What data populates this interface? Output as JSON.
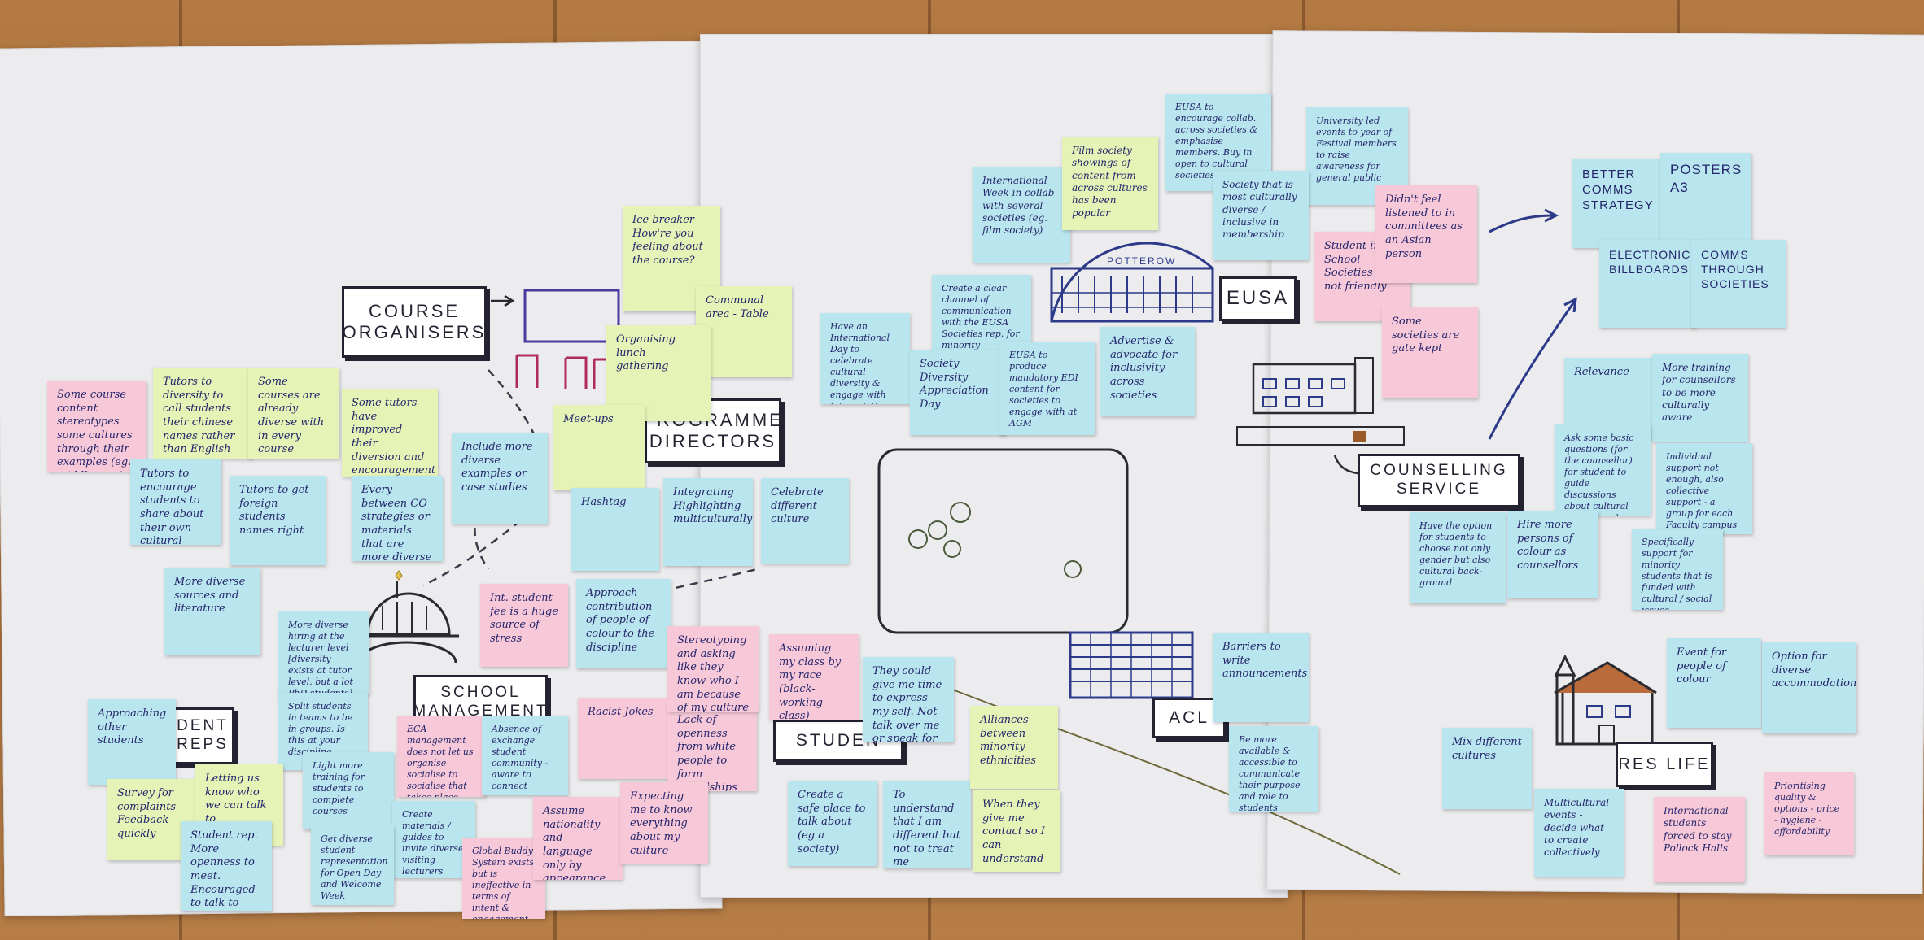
{
  "labels": {
    "course_organisers": "COURSE ORGANISERS",
    "programme_directors": "PROGRAMME DIRECTORS",
    "school_management": "SCHOOL MANAGEMENT",
    "student_reps": "DENT REPS",
    "students": "STUDEN",
    "eusa": "EUSA",
    "counselling_service": "COUNSELLING SERVICE",
    "acl": "ACL",
    "res_life": "RES LIFE",
    "pollock_tower": "POTTEROW"
  },
  "notes": {
    "course_content_stereotypes": "Some course content stereotypes some cultures through their examples (eg. middle east)",
    "tutors_diversity_names": "Tutors to diversity to call students their chinese names rather than English name",
    "courses_diverse": "Some courses are already diverse with in every course",
    "tutors_diverse_content": "Some tutors have improved their diversion and encouragement for more diverse content",
    "tutors_encourage": "Tutors to encourage students to share about their own cultural more",
    "tutors_names": "Tutors to get foreign students names right",
    "every_between": "Every between CO strategies or materials that are more diverse",
    "include_examples": "Include more diverse examples or case studies",
    "more_diverse_sources": "More diverse sources and literature",
    "ice_breaker": "Ice breaker — How're you feeling about the course?",
    "communal_table": "Communal area - Table",
    "organising_lunch": "Organising lunch gathering",
    "meet_ups": "Meet-ups",
    "hashtag": "Hashtag",
    "integrating": "Integrating Highlighting multiculturally",
    "celebrate": "Celebrate different culture",
    "approach_people_colour": "Approach contribution of people of colour to the discipline",
    "more_diverse_hiring": "More diverse hiring at the lecturer level [diversity exists at tutor level. but a lot PhD students]",
    "student_fee": "Int. student fee is a huge source of stress",
    "approaching_students": "Approaching other students",
    "survey_complaints": "Survey for complaints - Feedback quickly",
    "letting_us_know": "Letting us know who we can talk to",
    "student_rep_open": "Student rep. More openness to meet. Encouraged to talk to them",
    "split_student_teams": "Split students in teams to be in groups. Is this at your discipline",
    "eca_management": "ECA management does not let us organise socialise to socialise that takes place",
    "absence_exchange": "Absence of exchange student community - aware to connect",
    "light_training": "Light more training for students to complete courses",
    "create_materials": "Create materials / guides to invite diverse visiting lecturers",
    "get_diverse_staff": "Get diverse student representation for Open Day and Welcome Week",
    "global_buddy": "Global Buddy System exists but is ineffective in terms of intent & engagement",
    "assume_nationality": "Assume nationality and language only by appearance",
    "racist_jokes": "Racist Jokes",
    "lack_openness": "Lack of openness from white people to form friendships",
    "expecting_know": "Expecting me to know everything about my culture",
    "stereotyping": "Stereotyping and asking like they know who I am because of my culture",
    "assuming_class": "Assuming my class by my race (black-working class)",
    "give_time": "They could give me time to express my self. Not talk over me or speak for me",
    "create_safe": "Create a safe place to talk about (eg a society)",
    "understand_different": "To understand that I am different but not to treat me differently",
    "alliances": "Alliances between minority ethnicities",
    "give_contact": "When they give me contact so I can understand",
    "international_day": "Have an International Day to celebrate cultural diversity & engage with lat. societies beyond Welcome Week",
    "international_week": "International Week in collab with several societies (eg. film society)",
    "film_society": "Film society showings of content from across cultures has been popular",
    "eusa_encourage": "EUSA to encourage collab. across societies & emphasise members. Buy in open to cultural societies",
    "uni_led_events": "University led events to year of Festival members to raise awareness for general public",
    "society_diverse": "Society that is most culturally diverse / inclusive in membership",
    "clear_channel": "Create a clear channel of communication with the EUSA Societies rep. for minority societies",
    "society_appreciation": "Society Diversity Appreciation Day",
    "eusa_edi": "EUSA to produce mandatory EDI content for societies to engage with at AGM",
    "advertise_advocate": "Advertise & advocate for inclusivity across societies",
    "student_societies": "Student in my School Societies are not friendly",
    "not_listened": "Didn't feel listened to in committees as an Asian person",
    "gate_kept": "Some societies are gate kept",
    "better_comms": "BETTER COMMS STRATEGY",
    "posters": "POSTERS A3",
    "electronic_billboards": "ELECTRONIC BILLBOARDS",
    "comms_societies": "COMMS THROUGH SOCIETIES",
    "relevance": "Relevance",
    "more_training": "More training for counsellors to be more culturally aware",
    "ask_questions": "Ask some basic questions (for the counsellor) for student to guide discussions about cultural background",
    "individual_support": "Individual support not enough, also collective support - a group for each Faculty campus",
    "counsellor_options": "Have the option for students to choose not only gender but also cultural back-ground",
    "hire_counsellors": "Hire more persons of colour as counsellors",
    "specific_support": "Specifically support for minority students that is funded with cultural / social issues",
    "barriers": "Barriers to write announcements",
    "acl_available": "Be more available & accessible to communicate their purpose and role to students",
    "mix_cultures": "Mix different cultures",
    "events_colour": "Event for people of colour",
    "option_accommodation": "Option for diverse accommodation!",
    "multicultural_events": "Multicultural events - decide what to create collectively",
    "intl_students_forced": "International students forced to stay Pollock Halls",
    "prioritising_options": "Prioritising quality & options - price - hygiene - affordability"
  },
  "colors": {
    "wall": "#b47a43",
    "paper": "#ececee",
    "note_blue": "#b9e6ee",
    "note_green": "#e5f3b7",
    "note_pink": "#f7c8d8",
    "ink": "#24256b",
    "label_border": "#232331"
  },
  "icons": [
    "table-chairs-icon",
    "dome-building-icon",
    "tower-building-icon",
    "counselling-building-icon",
    "acl-building-icon",
    "res-life-house-icon",
    "green-space-icon",
    "arrow-icon"
  ]
}
